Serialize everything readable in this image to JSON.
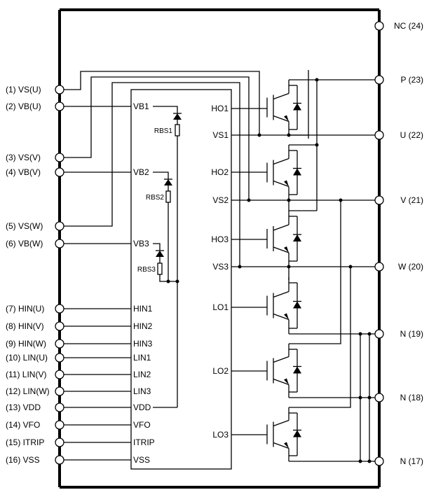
{
  "left_pins": [
    {
      "id": "vsu",
      "label": "(1) VS(U)"
    },
    {
      "id": "vbu",
      "label": "(2) VB(U)"
    },
    {
      "id": "vsv",
      "label": "(3) VS(V)"
    },
    {
      "id": "vbv",
      "label": "(4) VB(V)"
    },
    {
      "id": "vsw",
      "label": "(5) VS(W)"
    },
    {
      "id": "vbw",
      "label": "(6) VB(W)"
    },
    {
      "id": "hinu",
      "label": "(7) HIN(U)"
    },
    {
      "id": "hinv",
      "label": "(8) HIN(V)"
    },
    {
      "id": "hinw",
      "label": "(9) HIN(W)"
    },
    {
      "id": "linu",
      "label": "(10) LIN(U)"
    },
    {
      "id": "linv",
      "label": "(11) LIN(V)"
    },
    {
      "id": "linw",
      "label": "(12) LIN(W)"
    },
    {
      "id": "vdd",
      "label": "(13) VDD"
    },
    {
      "id": "vfo",
      "label": "(14) VFO"
    },
    {
      "id": "itrip",
      "label": "(15) ITRIP"
    },
    {
      "id": "vss",
      "label": "(16) VSS"
    }
  ],
  "right_pins": [
    {
      "id": "nc",
      "label": "NC (24)"
    },
    {
      "id": "p",
      "label": "P (23)"
    },
    {
      "id": "u",
      "label": "U (22)"
    },
    {
      "id": "v",
      "label": "V (21)"
    },
    {
      "id": "w",
      "label": "W (20)"
    },
    {
      "id": "n19",
      "label": "N (19)"
    },
    {
      "id": "n18",
      "label": "N (18)"
    },
    {
      "id": "n17",
      "label": "N (17)"
    }
  ],
  "ic_left_labels": [
    "VB1",
    "VB2",
    "VB3",
    "HIN1",
    "HIN2",
    "HIN3",
    "LIN1",
    "LIN2",
    "LIN3",
    "VDD",
    "VFO",
    "ITRIP",
    "VSS"
  ],
  "ic_right_labels": [
    "HO1",
    "VS1",
    "HO2",
    "VS2",
    "HO3",
    "VS3",
    "LO1",
    "LO2",
    "LO3"
  ],
  "bootstrap_resistors": [
    "RBS1",
    "RBS2",
    "RBS3"
  ]
}
